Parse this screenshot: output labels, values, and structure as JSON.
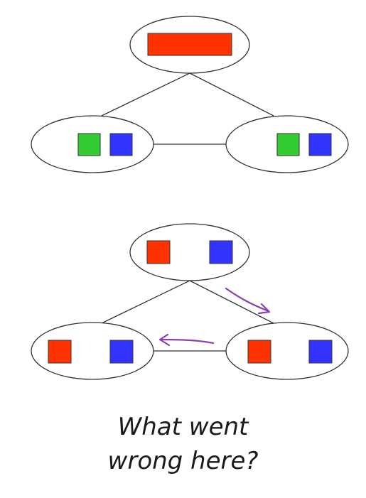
{
  "caption": {
    "line1": "What went",
    "line2": "wrong here?"
  },
  "colors": {
    "red": "#ff3300",
    "green": "#33cc33",
    "blue": "#3333ff",
    "outline": "#333333",
    "annotation": "#8a3fb0",
    "background": "#ffffff"
  },
  "diagrams": [
    {
      "id": "top",
      "nodes": [
        {
          "id": "top-node",
          "blocks": [
            "wide-red-block"
          ]
        },
        {
          "id": "left-node",
          "blocks": [
            "green-block",
            "blue-block"
          ]
        },
        {
          "id": "right-node",
          "blocks": [
            "green-block",
            "blue-block"
          ]
        }
      ]
    },
    {
      "id": "bottom",
      "nodes": [
        {
          "id": "top-node",
          "blocks": [
            "red-block",
            "blue-block"
          ]
        },
        {
          "id": "left-node",
          "blocks": [
            "red-block",
            "blue-block"
          ]
        },
        {
          "id": "right-node",
          "blocks": [
            "red-block",
            "blue-block"
          ]
        }
      ],
      "annotations": [
        "handwritten-arrow-down-right",
        "handwritten-arrow-left"
      ]
    }
  ]
}
